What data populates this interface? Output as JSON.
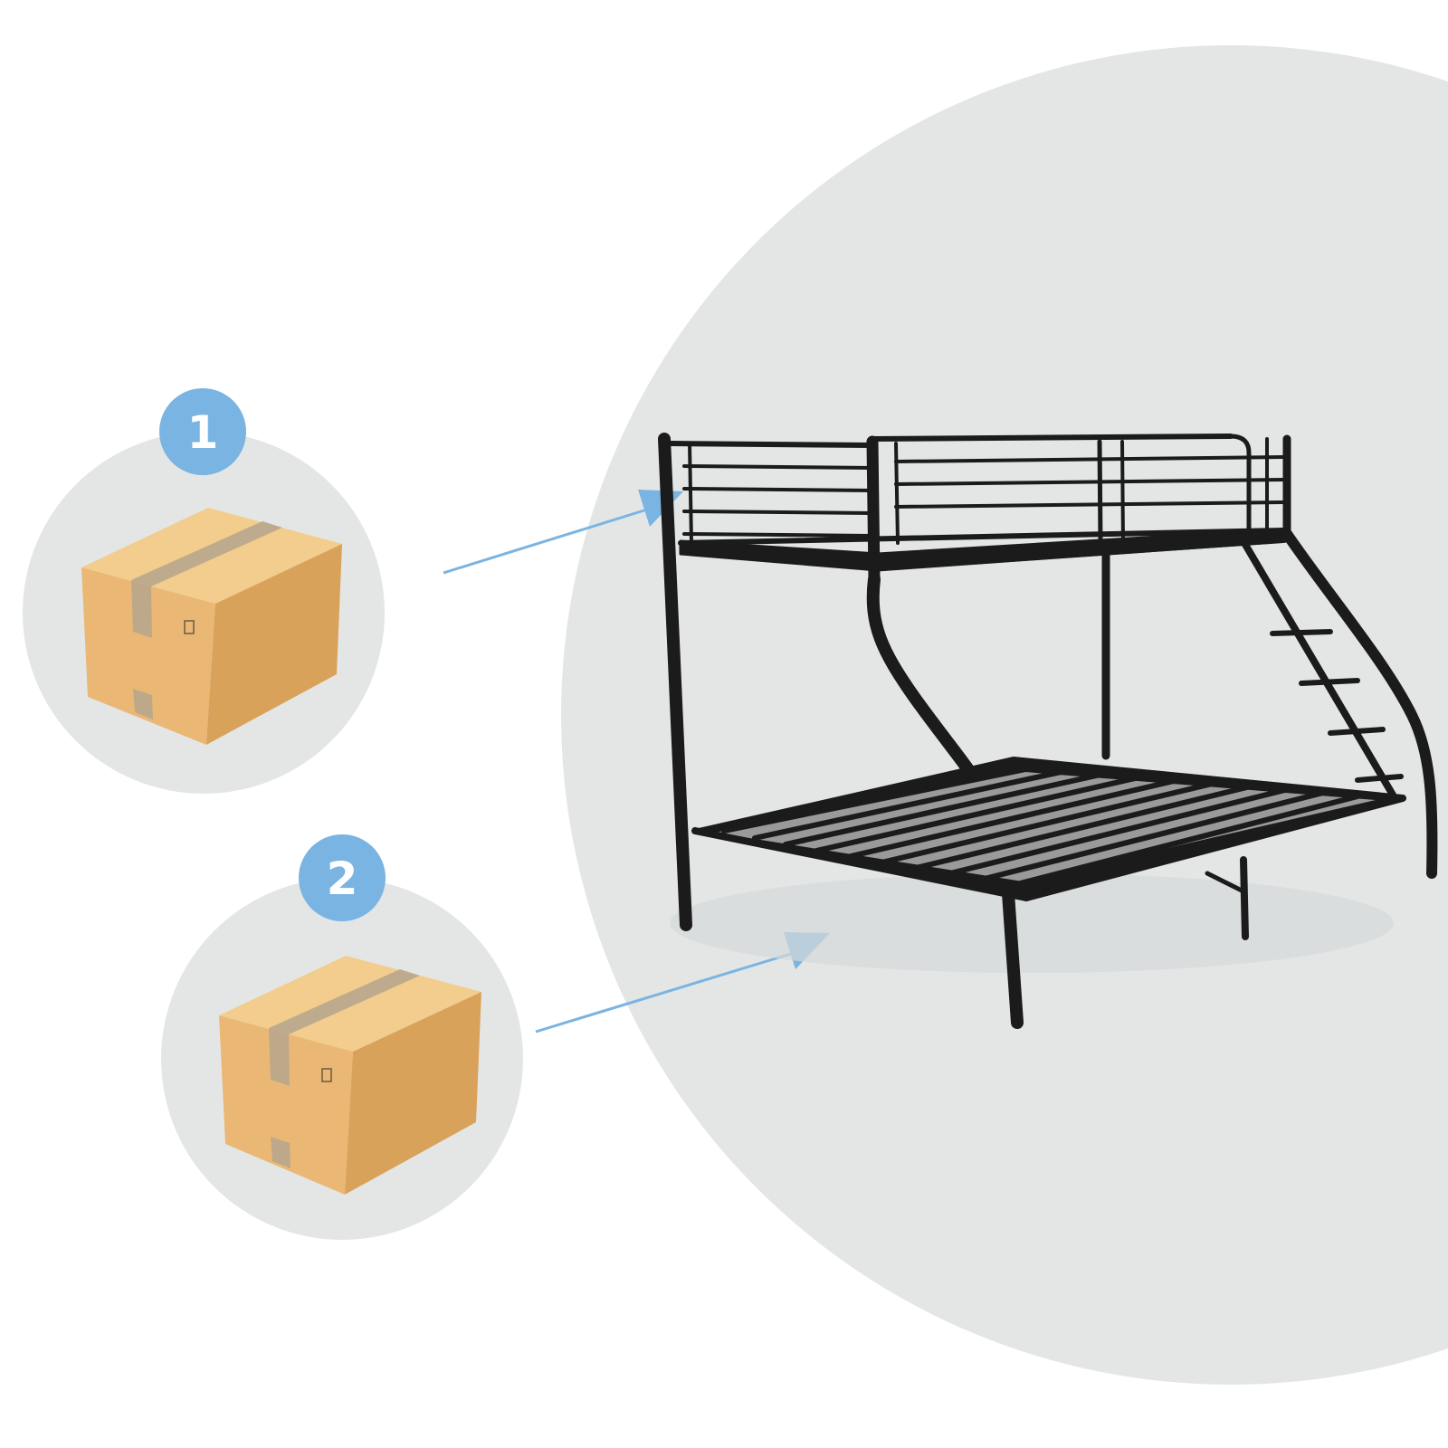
{
  "packages": [
    {
      "number": "1",
      "points_to": "upper-bunk"
    },
    {
      "number": "2",
      "points_to": "lower-bunk"
    }
  ],
  "colors": {
    "background": "#ffffff",
    "backdrop_circle": "#e4e6e6",
    "package_circle": "#e4e6e6",
    "badge": "#7ab4e2",
    "arrow": "#7ab4e2",
    "box_front": "#eab874",
    "box_side": "#d9a25a",
    "box_top": "#f3cd8d",
    "tape": "#b8a68c",
    "bed_frame": "#1b1b1b",
    "bed_slats": "#2a2a2a"
  },
  "icons": {
    "package": "cardboard-box-icon",
    "product": "bunk-bed-illustration"
  }
}
